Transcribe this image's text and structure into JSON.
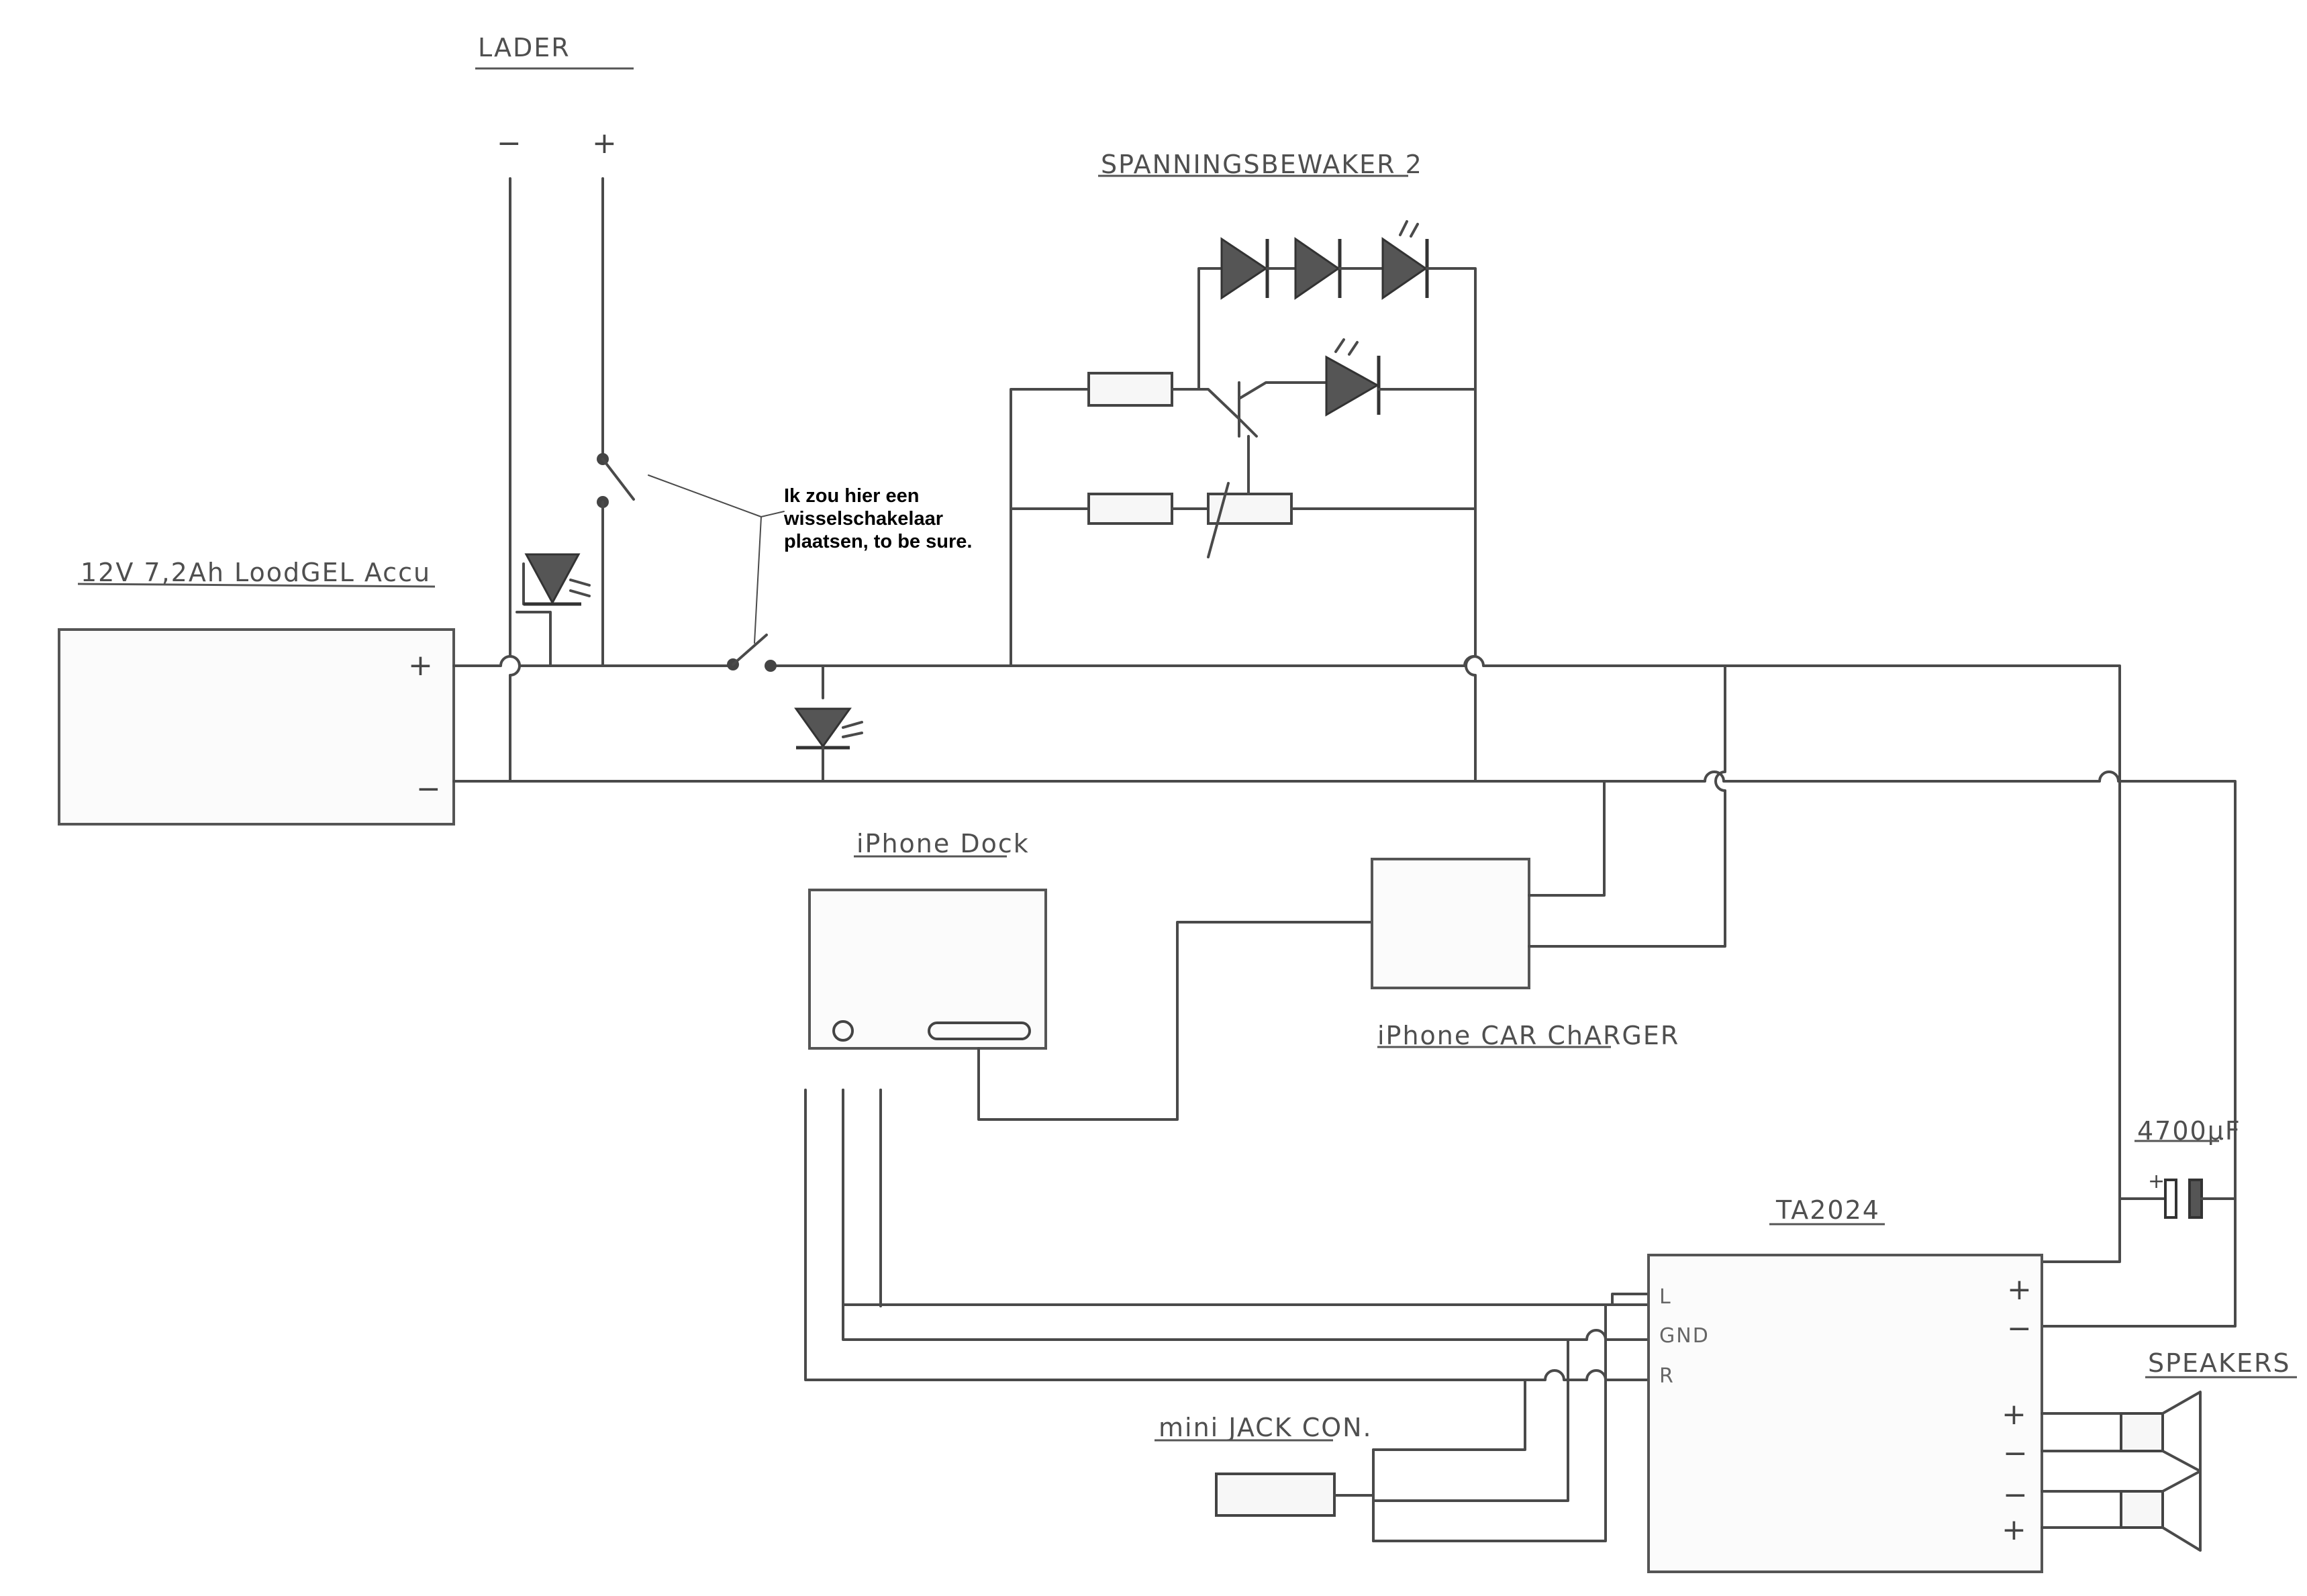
{
  "labels": {
    "lader": "LADER",
    "spanningsbewaker": "SPANNINGSBEWAKER 2",
    "accu": "12V 7,2Ah LoodGEL Accu",
    "iphone_dock": "iPhone Dock",
    "car_charger": "iPhone CAR ChARGER",
    "capacitor": "4700μF",
    "amplifier": "TA2024",
    "speakers": "SPEAKERS",
    "mini_jack": "mini JACK CON."
  },
  "note": {
    "lines": [
      "Ik zou hier een",
      "wisselschakelaar",
      "plaatsen, to be sure."
    ]
  },
  "terminals": {
    "charger_minus": "−",
    "charger_plus": "+",
    "battery_plus": "+",
    "battery_minus": "−",
    "capacitor_plus": "+"
  },
  "amplifier_pins": {
    "left": [
      "L",
      "GND",
      "R"
    ],
    "right_power": [
      "+",
      "−"
    ],
    "right_speaker": [
      "+",
      "−",
      "−",
      "+"
    ]
  }
}
